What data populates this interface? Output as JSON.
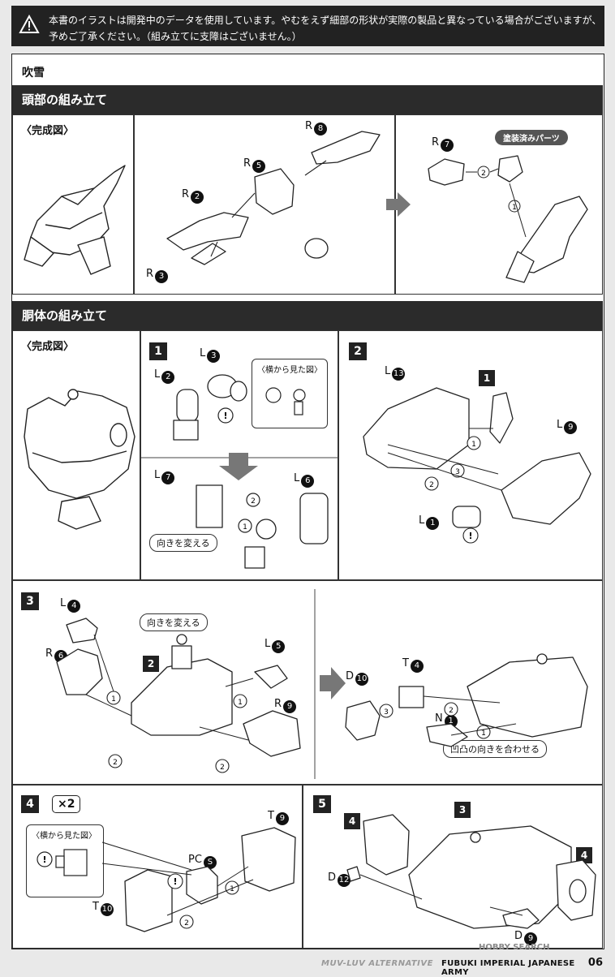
{
  "warning": {
    "line1": "本書のイラストは開発中のデータを使用しています。やむをえず細部の形状が実際の製品と異なっている場合がございますが、",
    "line2": "予めご了承ください。（組み立てに支障はございません。）"
  },
  "model_name": "吹雪",
  "head": {
    "section_title": "頭部の組み立て",
    "completed_label": "〈完成図〉",
    "painted_parts_label": "塗装済みパーツ",
    "parts": {
      "r8": {
        "prefix": "R",
        "num": "8"
      },
      "r5": {
        "prefix": "R",
        "num": "5"
      },
      "r2": {
        "prefix": "R",
        "num": "2"
      },
      "r3": {
        "prefix": "R",
        "num": "3"
      },
      "r7": {
        "prefix": "R",
        "num": "7"
      }
    },
    "order": {
      "a": "1",
      "b": "2"
    }
  },
  "body": {
    "section_title": "胴体の組み立て",
    "completed_label": "〈完成図〉",
    "side_view_label": "〈横から見た図〉",
    "change_direction_label": "向きを変える",
    "align_label": "凹凸の向きを合わせる",
    "multiplier": "×2",
    "steps": {
      "s1": "1",
      "s2": "2",
      "s3": "3",
      "s4": "4",
      "s5": "5"
    },
    "order": {
      "a": "1",
      "b": "2",
      "c": "3"
    },
    "caution_mark": "!",
    "parts": {
      "l2": {
        "prefix": "L",
        "num": "2"
      },
      "l3": {
        "prefix": "L",
        "num": "3"
      },
      "l7": {
        "prefix": "L",
        "num": "7"
      },
      "l6": {
        "prefix": "L",
        "num": "6"
      },
      "l13": {
        "prefix": "L",
        "num": "13"
      },
      "l9": {
        "prefix": "L",
        "num": "9"
      },
      "l1": {
        "prefix": "L",
        "num": "1"
      },
      "l4": {
        "prefix": "L",
        "num": "4"
      },
      "l5": {
        "prefix": "L",
        "num": "5"
      },
      "r6": {
        "prefix": "R",
        "num": "6"
      },
      "r9": {
        "prefix": "R",
        "num": "9"
      },
      "d10": {
        "prefix": "D",
        "num": "10"
      },
      "t4": {
        "prefix": "T",
        "num": "4"
      },
      "n1": {
        "prefix": "N",
        "num": "1"
      },
      "t9": {
        "prefix": "T",
        "num": "9"
      },
      "pcs": {
        "prefix": "PC",
        "num": "S"
      },
      "t10": {
        "prefix": "T",
        "num": "10"
      },
      "d12": {
        "prefix": "D",
        "num": "12"
      },
      "d9": {
        "prefix": "D",
        "num": "9"
      }
    }
  },
  "footer": {
    "series": "MUV-LUV ALTERNATIVE",
    "title": "FUBUKI IMPERIAL JAPANESE ARMY",
    "page": "06"
  },
  "watermark": "HOBBY SEARCH"
}
